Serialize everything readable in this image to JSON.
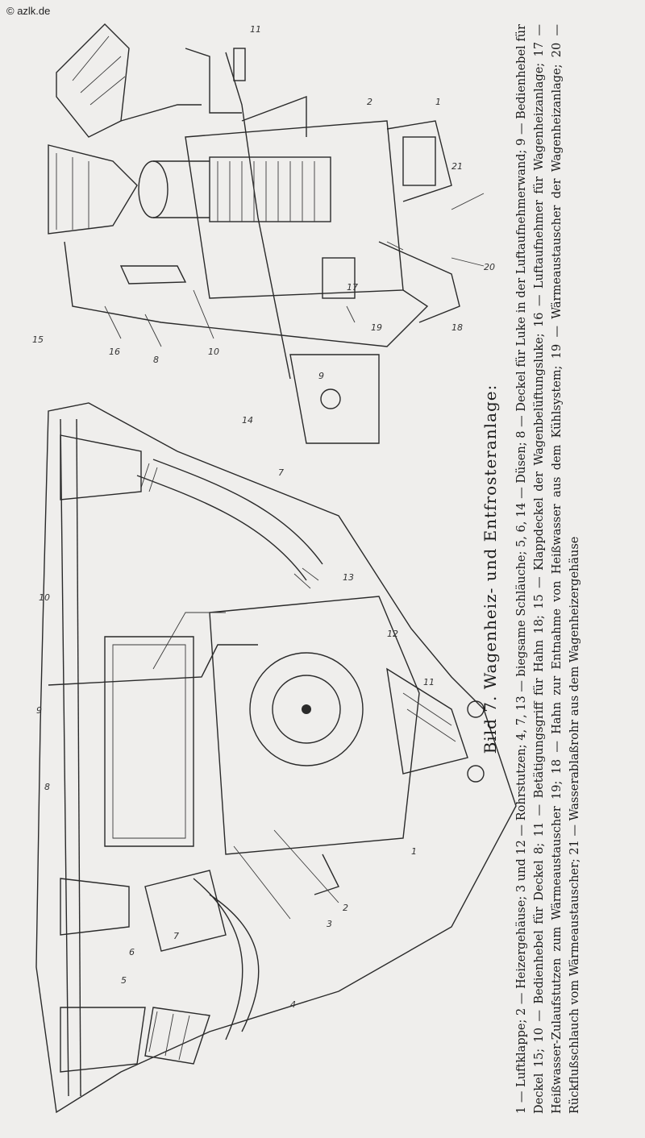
{
  "watermark": "© azlk.de",
  "caption": {
    "title": "Bild 7. Wagenheiz- und Entfrosteranlage:",
    "legend": "1 — Luftklappe; 2 — Heizergehäuse; 3 und 12 — Rohrstutzen; 4, 7, 13 — biegsame Schläuche; 5, 6, 14 — Düsen; 8 — Deckel für Luke in der Luftaufnehmerwand; 9 — Bedienhebel für Deckel 15; 10 — Bedienhebel für Deckel 8; 11 — Betätigungsgriff für Hahn 18; 15 — Klappdeckel der Wagenbelüftungsluke; 16 — Luftaufnehmer für Wagenheizanlage; 17 — Heißwasser-Zulaufstutzen zum Wärmeaustauscher 19; 18 — Hahn zur Entnahme von Heißwasser aus dem Kühlsystem; 19 — Wärmeaustauscher der Wagenheizanlage; 20 — Rückflußschlauch vom Wärmeaustauscher; 21 — Wasserablaßrohr aus dem Wagenheizergehäuse"
  },
  "diagram": {
    "top_view_labels": [
      "15",
      "16",
      "8",
      "10",
      "2",
      "1",
      "21",
      "20",
      "18",
      "19",
      "17",
      "9",
      "11"
    ],
    "bottom_view_labels": [
      "10",
      "9",
      "8",
      "7",
      "1",
      "2",
      "3",
      "4",
      "5",
      "6",
      "7",
      "11",
      "12",
      "13",
      "14"
    ]
  }
}
